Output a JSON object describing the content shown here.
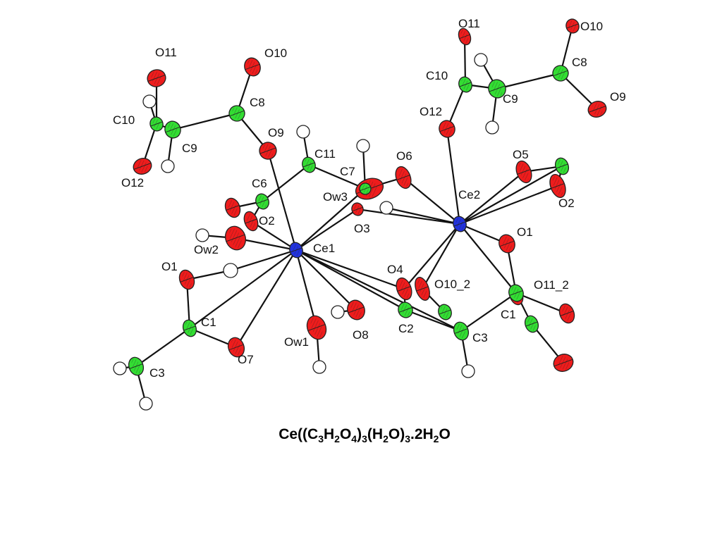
{
  "title_parts": [
    "Ce((C",
    "3",
    "H",
    "2",
    "O",
    "4",
    ")",
    "3",
    "(H",
    "2",
    "O)",
    "3",
    ".2H",
    "2",
    "O"
  ],
  "colors": {
    "cerium": "#2233dd",
    "oxygen": "#ee1c1c",
    "carbon": "#33dd33",
    "hydrogen": "#ffffff",
    "bond": "#111111"
  },
  "labels": {
    "ce1": "Ce1",
    "ce2": "Ce2",
    "o1_left": "O1",
    "o2_left": "O2",
    "o3": "O3",
    "o4": "O4",
    "o5": "O5",
    "o6": "O6",
    "o7": "O7",
    "o8": "O8",
    "o9_left": "O9",
    "o10_left": "O10",
    "o11_left": "O11",
    "o12_left": "O12",
    "o1_right": "O1",
    "o2_right": "O2",
    "o9_right": "O9",
    "o10_right": "O10",
    "o11_right": "O11",
    "o12_right": "O12",
    "o10_2": "O10_2",
    "o11_2": "O11_2",
    "ow1": "Ow1",
    "ow2": "Ow2",
    "ow3": "Ow3",
    "c1_left": "C1",
    "c3_left": "C3",
    "c2": "C2",
    "c3_mid": "C3",
    "c1_right": "C1",
    "c6": "C6",
    "c7": "C7",
    "c11": "C11",
    "c8_left": "C8",
    "c9_left": "C9",
    "c10_left": "C10",
    "c8_right": "C8",
    "c9_right": "C9",
    "c10_right": "C10"
  }
}
